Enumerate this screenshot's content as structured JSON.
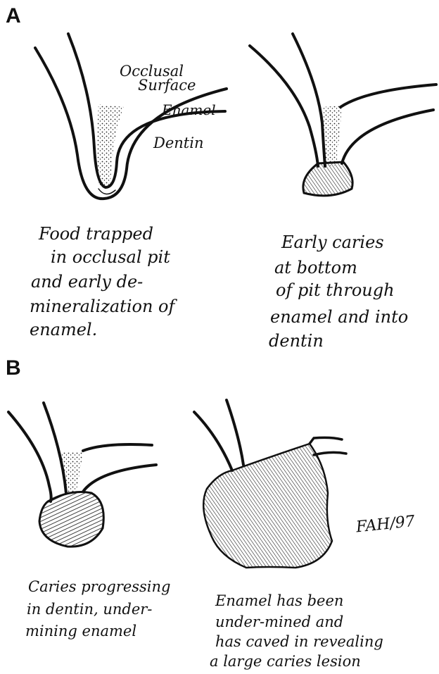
{
  "panels": [
    {
      "letter": "A"
    },
    {
      "letter": "B"
    }
  ],
  "labels": {
    "occlusal_1": "Occlusal",
    "occlusal_2": "Surface",
    "enamel": "Enamel",
    "dentin": "Dentin"
  },
  "captions": {
    "a1": [
      "Food trapped",
      "in occlusal pit",
      "and early de-",
      "mineralization of",
      "enamel."
    ],
    "a2": [
      "Early caries",
      "at bottom",
      "of pit through",
      "enamel and into",
      "dentin"
    ],
    "b1": [
      "Caries progressing",
      "in dentin, under-",
      "mining enamel"
    ],
    "b2": [
      "Enamel has been",
      "under-mined and",
      "has caved in revealing",
      "a large caries lesion"
    ]
  },
  "signature": "FAH/97"
}
